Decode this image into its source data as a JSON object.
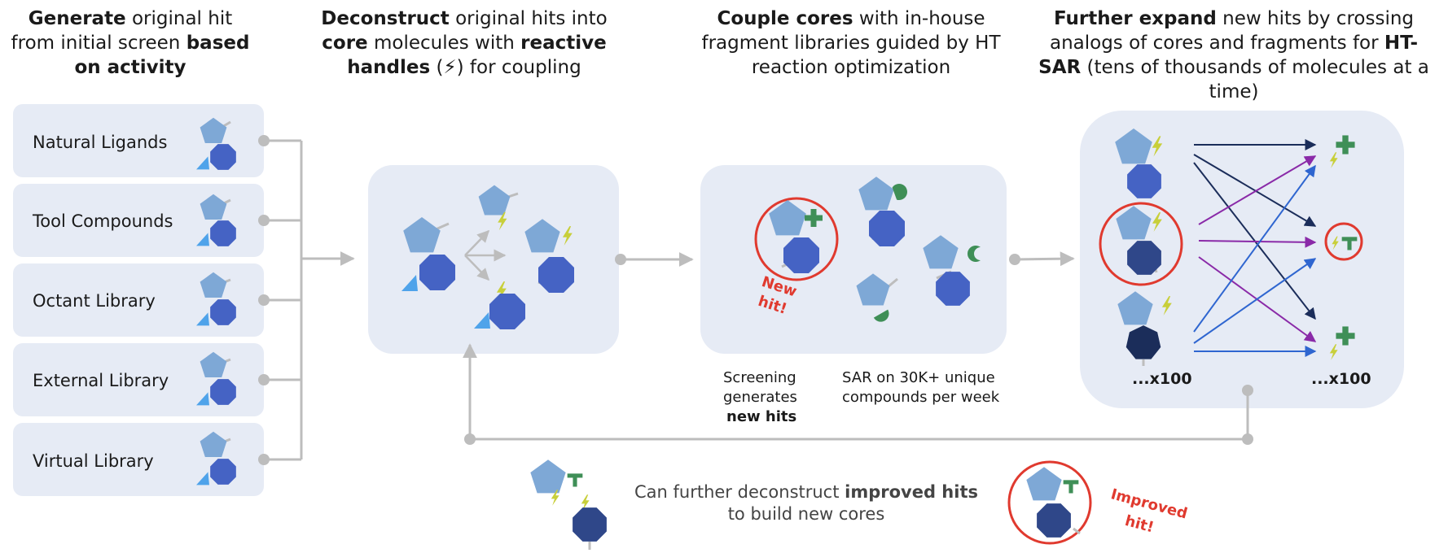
{
  "steps": [
    {
      "id": "generate",
      "pre": "",
      "b1": "Generate",
      "mid1": " original hit from initial screen ",
      "b2": "based on activity",
      "mid2": "",
      "b3": "",
      "post": ""
    },
    {
      "id": "deconstruct",
      "pre": "",
      "b1": "Deconstruct",
      "mid1": " original hits into ",
      "b2": "core",
      "mid2": " molecules with ",
      "b3": "reactive handles",
      "post": " (⚡) for coupling"
    },
    {
      "id": "couple",
      "pre": "",
      "b1": "Couple cores",
      "mid1": " with in-house fragment libraries guided by HT reaction optimization",
      "b2": "",
      "mid2": "",
      "b3": "",
      "post": ""
    },
    {
      "id": "expand",
      "pre": "",
      "b1": "Further expand",
      "mid1": " new hits by crossing analogs of cores and fragments for ",
      "b2": "HT-SAR",
      "mid2": " (tens of thousands of molecules at a time)",
      "b3": "",
      "post": ""
    }
  ],
  "sources": [
    "Natural Ligands",
    "Tool Compounds",
    "Octant Library",
    "External Library",
    "Virtual Library"
  ],
  "couple_panel": {
    "new_hit_line1": "New",
    "new_hit_line2": "hit!",
    "screening_line1": "Screening",
    "screening_line2": "generates",
    "screening_line3": "new hits",
    "sar_line1": "SAR on 30K+ unique",
    "sar_line2": "compounds per week"
  },
  "expand_panel": {
    "left_count": "...x100",
    "right_count": "...x100"
  },
  "footer": {
    "text_pre": "Can further deconstruct ",
    "text_bold": "improved hits",
    "text_post": " to build new cores",
    "improved_line1": "Improved",
    "improved_line2": "hit!"
  },
  "colors": {
    "panel": "#e6ebf5",
    "pentagon": "#7ea8d6",
    "octagon": "#4563c4",
    "octagon_dark": "#2f4789",
    "heptagon_navy": "#1b2d5a",
    "triangle": "#4fa3ea",
    "handle": "#c8cf3a",
    "fragment_green": "#3f8f57",
    "highlight_red": "#e03a2f",
    "connector_gray": "#bdbdbd",
    "arrow_navy": "#1b2d5a",
    "arrow_purple": "#8a2aa8",
    "arrow_blue": "#2f66d0"
  }
}
